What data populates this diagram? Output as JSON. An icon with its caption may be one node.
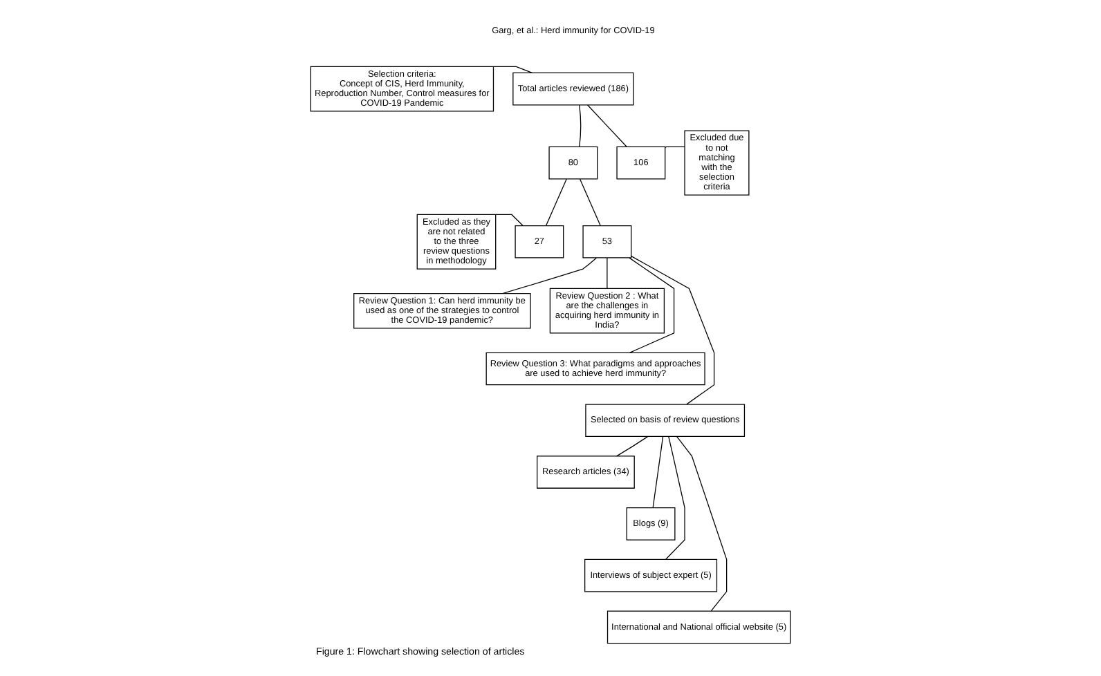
{
  "diagram": {
    "caption": "Figure 1: Flowchart showing selection of articles",
    "nodes": [
      {
        "text": [
          "Total articles reviewed (186)"
        ]
      },
      {
        "text": [
          "Selection criteria:",
          "Concept of CIS, Herd Immunity, Reproduction Number, Control measures for COVID-19 Pandemic"
        ]
      },
      {
        "text": [
          "Excluded due to not matching with the selection criteria"
        ]
      },
      {
        "text": [
          "80"
        ]
      },
      {
        "text": [
          "106"
        ]
      },
      {
        "text": [
          "Excluded as they are not related to the three review questions in methodology"
        ]
      },
      {
        "text": [
          "27"
        ]
      },
      {
        "text": [
          "53"
        ]
      },
      {
        "text": [
          "Review Question 1: Can herd immunity be used as one of the strategies to control the COVID-19 pandemic?"
        ]
      },
      {
        "text": [
          "Review Question 2 : What are the challenges in acquiring herd immunity in India?"
        ]
      },
      {
        "text": [
          "Review Question 3: What paradigms and approaches are used to achieve herd immunity?"
        ]
      },
      {
        "text": [
          "Selected on basis of review questions"
        ]
      },
      {
        "text": [
          "Research articles (34)"
        ]
      },
      {
        "text": [
          "Blogs (9)"
        ]
      },
      {
        "text": [
          "Interviews of subject expert (5)"
        ]
      },
      {
        "text": [
          "International and National official website (5)"
        ]
      }
    ],
    "edges": [
      {
        "from": 0,
        "to": 3,
        "arrow": "none"
      },
      {
        "from": 0,
        "to": 4,
        "arrow": "none"
      },
      {
        "from": 1,
        "to": 0,
        "arrow": "none"
      },
      {
        "from": 2,
        "to": 4,
        "arrow": "none"
      },
      {
        "from": 3,
        "to": 6,
        "arrow": "none"
      },
      {
        "from": 3,
        "to": 7,
        "arrow": "none"
      },
      {
        "from": 5,
        "to": 6,
        "arrow": "none"
      },
      {
        "from": 7,
        "to": 8,
        "arrow": "none"
      },
      {
        "from": 7,
        "to": 9,
        "arrow": "none"
      },
      {
        "from": 7,
        "to": 10,
        "arrow": "none"
      },
      {
        "from": 7,
        "to": 11,
        "arrow": "none"
      },
      {
        "from": 11,
        "to": 12,
        "arrow": "none"
      },
      {
        "from": 11,
        "to": 13,
        "arrow": "none"
      },
      {
        "from": 11,
        "to": 14,
        "arrow": "none"
      },
      {
        "from": 11,
        "to": 15,
        "arrow": "none"
      }
    ],
    "labels": [
      "Garg, et al.: Herd immunity for COVID-19"
    ]
  }
}
